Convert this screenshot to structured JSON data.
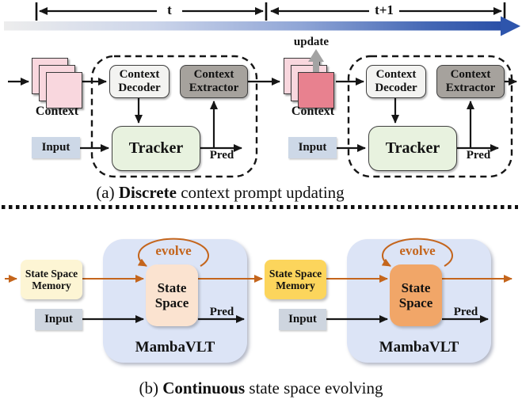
{
  "timeline": {
    "t": "t",
    "t_plus_1": "t+1"
  },
  "panel_a": {
    "caption": {
      "prefix": "(a) ",
      "bold": "Discrete",
      "rest": " context prompt updating"
    },
    "update_label": "update",
    "stages": [
      {
        "context": "Context",
        "decoder": "Context Decoder",
        "extractor": "Context Extractor",
        "tracker": "Tracker",
        "input": "Input",
        "pred": "Pred"
      },
      {
        "context": "Context",
        "decoder": "Context Decoder",
        "extractor": "Context Extractor",
        "tracker": "Tracker",
        "input": "Input",
        "pred": "Pred"
      }
    ]
  },
  "panel_b": {
    "caption": {
      "prefix": "(b) ",
      "bold": "Continuous",
      "rest": " state space evolving"
    },
    "stages": [
      {
        "memory": "State Space Memory",
        "state": "State Space",
        "evolve": "evolve",
        "input": "Input",
        "pred": "Pred",
        "module": "MambaVLT"
      },
      {
        "memory": "State Space Memory",
        "state": "State Space",
        "evolve": "evolve",
        "input": "Input",
        "pred": "Pred",
        "module": "MambaVLT"
      }
    ]
  },
  "colors": {
    "accent_orange": "#c4651c",
    "timeline_blue": "#2b50a7",
    "context_pink": "#f9d7de",
    "context_pink_updated": "#e8818f",
    "decoder_gray": "#f3f3f1",
    "extractor_gray": "#a6a29d",
    "tracker_green": "#e8f2df",
    "input_blue": "#cdd8e7",
    "mamba_blue": "#dce4f6",
    "memory_yellow_light": "#fdf5d4",
    "memory_yellow": "#fcd55c",
    "state_peach_light": "#fbe3d0",
    "state_orange": "#f1a668",
    "update_arrow_gray": "#a3a3a3"
  }
}
